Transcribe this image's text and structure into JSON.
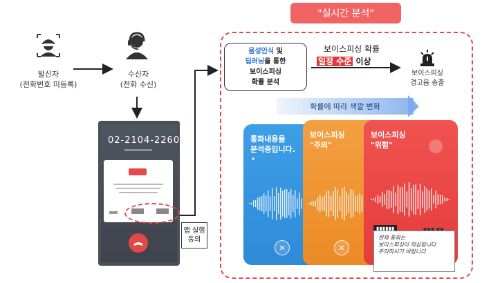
{
  "title": "\"실시간 분석\"",
  "caller": {
    "name": "발신자",
    "detail": "(전화번호 미등록)",
    "icon": "hooded-caller-icon"
  },
  "receiver": {
    "name": "수신자",
    "detail": "(전화 수신)",
    "icon": "headset-user-icon"
  },
  "phone": {
    "number": "02-2104-2260"
  },
  "app_run": {
    "line1": "앱 실행",
    "line2": "동의"
  },
  "analysis_box": {
    "line1_blue": "음성인식",
    "line1_rest": " 및",
    "line2_blue": "딥러닝",
    "line2_rest": "을 통한",
    "line3": "보이스피싱",
    "line4": "확률 분석"
  },
  "probability": {
    "prefix": "보이스피싱 확률",
    "highlight": "일정 수준",
    "suffix": " 이상"
  },
  "alert": {
    "line1": "보이스피싱",
    "line2": "경고음 송출",
    "icon": "siren-icon"
  },
  "banner": "확률에 따라 색깔 변화",
  "cards": [
    {
      "color": "#3b9be4",
      "line1": "통화내용을",
      "line2_emph": "분석",
      "line2_rest": "중입니다."
    },
    {
      "color": "#f0952f",
      "line1": "보이스피싱",
      "line2_emph": "\"주의\""
    },
    {
      "color": "#e9413f",
      "line1": "보이스피싱",
      "line2_emph": "\"위험\""
    }
  ],
  "callout": {
    "line1": "현재 통화는",
    "line2": "보이스피싱이 의심됩니다",
    "line3": "주의하시기 바랍니다"
  },
  "colors": {
    "accent_red": "#e5484d",
    "blue": "#2b6fd6"
  }
}
